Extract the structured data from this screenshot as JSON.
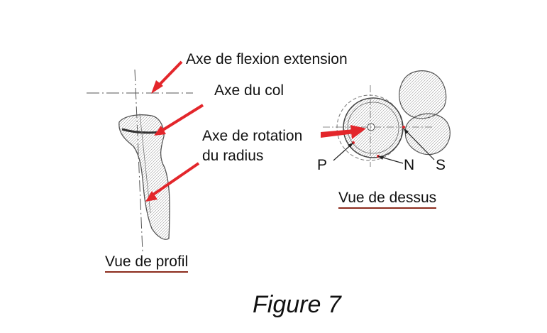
{
  "labels": {
    "flexion_axis": "Axe de flexion extension",
    "neck_axis": "Axe du col",
    "rotation_axis_line1": "Axe de rotation",
    "rotation_axis_line2": "du radius",
    "marker_p": "P",
    "marker_n": "N",
    "marker_s": "S"
  },
  "captions": {
    "top_view": "Vue de dessus",
    "profile_view": "Vue de profil"
  },
  "figure_title": "Figure 7",
  "colors": {
    "arrow": "#e3262b",
    "caption_underline": "#8b2b1c",
    "ink": "#111111",
    "sketch": "#555555"
  }
}
